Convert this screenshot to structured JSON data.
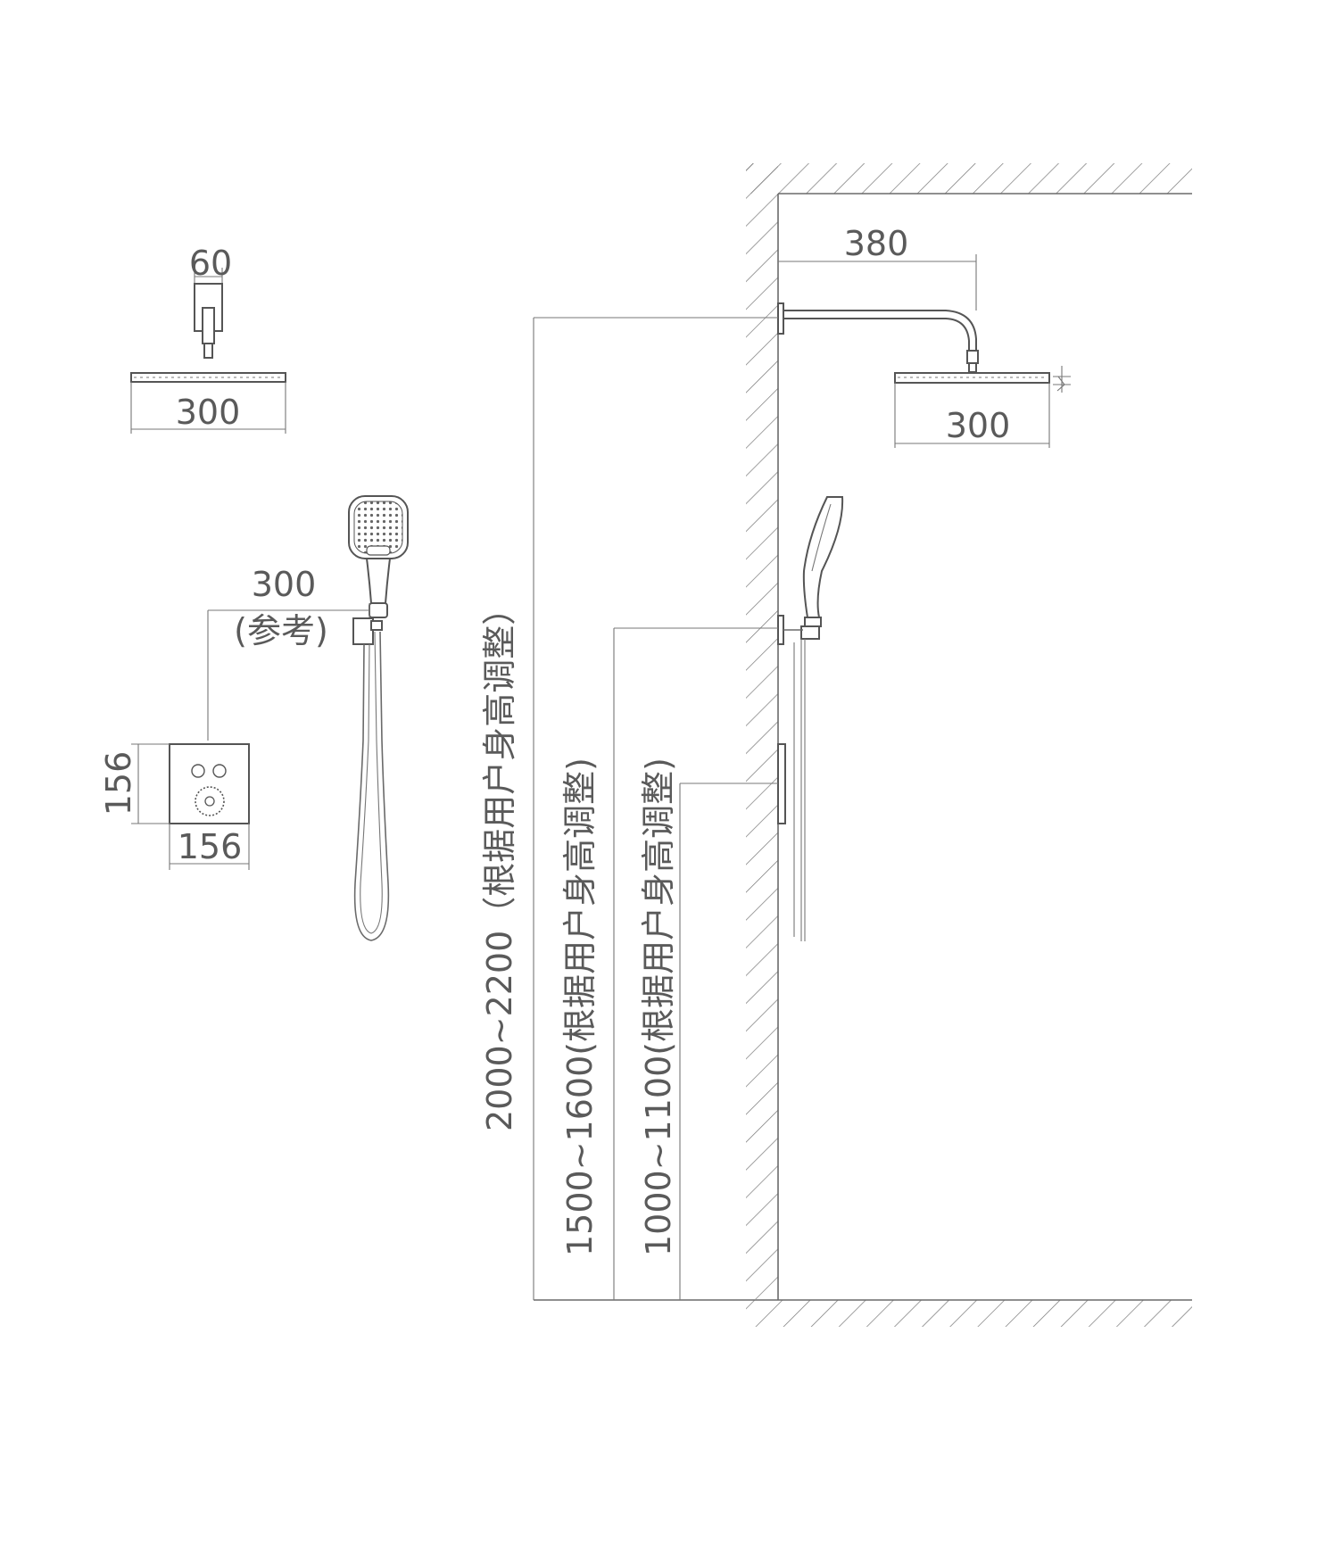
{
  "front_view": {
    "arm_width": "60",
    "head_width": "300",
    "hand_shower_offset": "300",
    "hand_shower_offset_note": "(参考)",
    "valve_height": "156",
    "valve_width": "156"
  },
  "side_view": {
    "arm_length": "380",
    "head_width": "300",
    "overhead_height": "2000~2200（根据用户身高调整）",
    "hand_shower_height": "1500~1600(根据用户身高调整)",
    "valve_height_range": "1000~1100(根据用户身高调整)"
  }
}
